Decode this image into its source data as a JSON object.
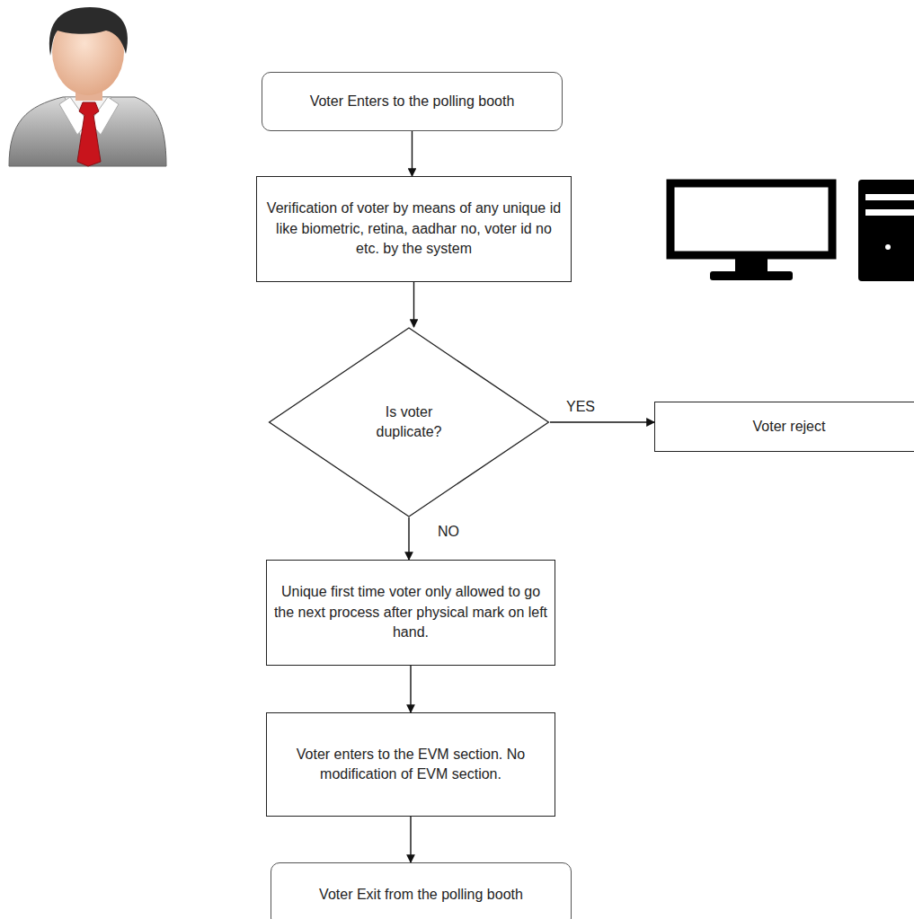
{
  "diagram": {
    "nodes": [
      {
        "text": [
          "Voter Enters to the polling booth"
        ]
      },
      {
        "text": [
          "Verification of voter by means of any unique id like biometric, retina, aadhar no, voter id no etc. by the system"
        ]
      },
      {
        "text": [
          "Is voter duplicate?"
        ]
      },
      {
        "text": [
          "Voter reject"
        ]
      },
      {
        "text": [
          "Unique first time voter only allowed to go the next process after physical mark on left hand."
        ]
      },
      {
        "text": [
          "Voter enters to the EVM section. No modification of EVM section."
        ]
      },
      {
        "text": [
          "Voter Exit from the polling booth"
        ]
      }
    ],
    "edges": [
      {
        "from": 0,
        "to": 1,
        "arrow": "to"
      },
      {
        "from": 1,
        "to": 2,
        "arrow": "to"
      },
      {
        "from": 2,
        "to": 3,
        "label": "YES",
        "arrow": "to"
      },
      {
        "from": 2,
        "to": 4,
        "label": "NO",
        "arrow": "to"
      },
      {
        "from": 4,
        "to": 5,
        "arrow": "to"
      },
      {
        "from": 5,
        "to": 6,
        "arrow": "to"
      }
    ]
  }
}
